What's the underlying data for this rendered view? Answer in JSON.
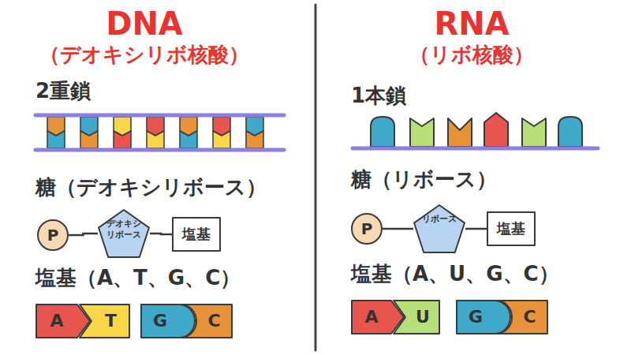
{
  "diagram": {
    "nodes": [
      {
        "text": [
          "P"
        ]
      },
      {
        "text": [
          "デオキシ リボース"
        ]
      },
      {
        "text": [
          "塩基"
        ]
      },
      {
        "text": [
          "A"
        ]
      },
      {
        "text": [
          "T"
        ]
      },
      {
        "text": [
          "G"
        ]
      },
      {
        "text": [
          "C"
        ]
      },
      {
        "text": [
          "P"
        ]
      },
      {
        "text": [
          "リボース"
        ]
      },
      {
        "text": [
          "塩基"
        ]
      },
      {
        "text": [
          "A"
        ]
      },
      {
        "text": [
          "U"
        ]
      },
      {
        "text": [
          "G"
        ]
      },
      {
        "text": [
          "C"
        ]
      }
    ],
    "edges": [
      {
        "from": 0,
        "to": 1,
        "arrow": "none"
      },
      {
        "from": 1,
        "to": 2,
        "arrow": "none"
      },
      {
        "from": 7,
        "to": 8,
        "arrow": "none"
      },
      {
        "from": 8,
        "to": 9,
        "arrow": "none"
      }
    ],
    "labels": [
      "DNA",
      "（デオキシリボ核酸）",
      "2重鎖",
      "糖（デオキシリボース）",
      "塩基（A、T、G、C）",
      "RNA",
      "（リボ核酸）",
      "1本鎖",
      "糖（リボース）",
      "塩基（A、U、G、C）"
    ]
  }
}
